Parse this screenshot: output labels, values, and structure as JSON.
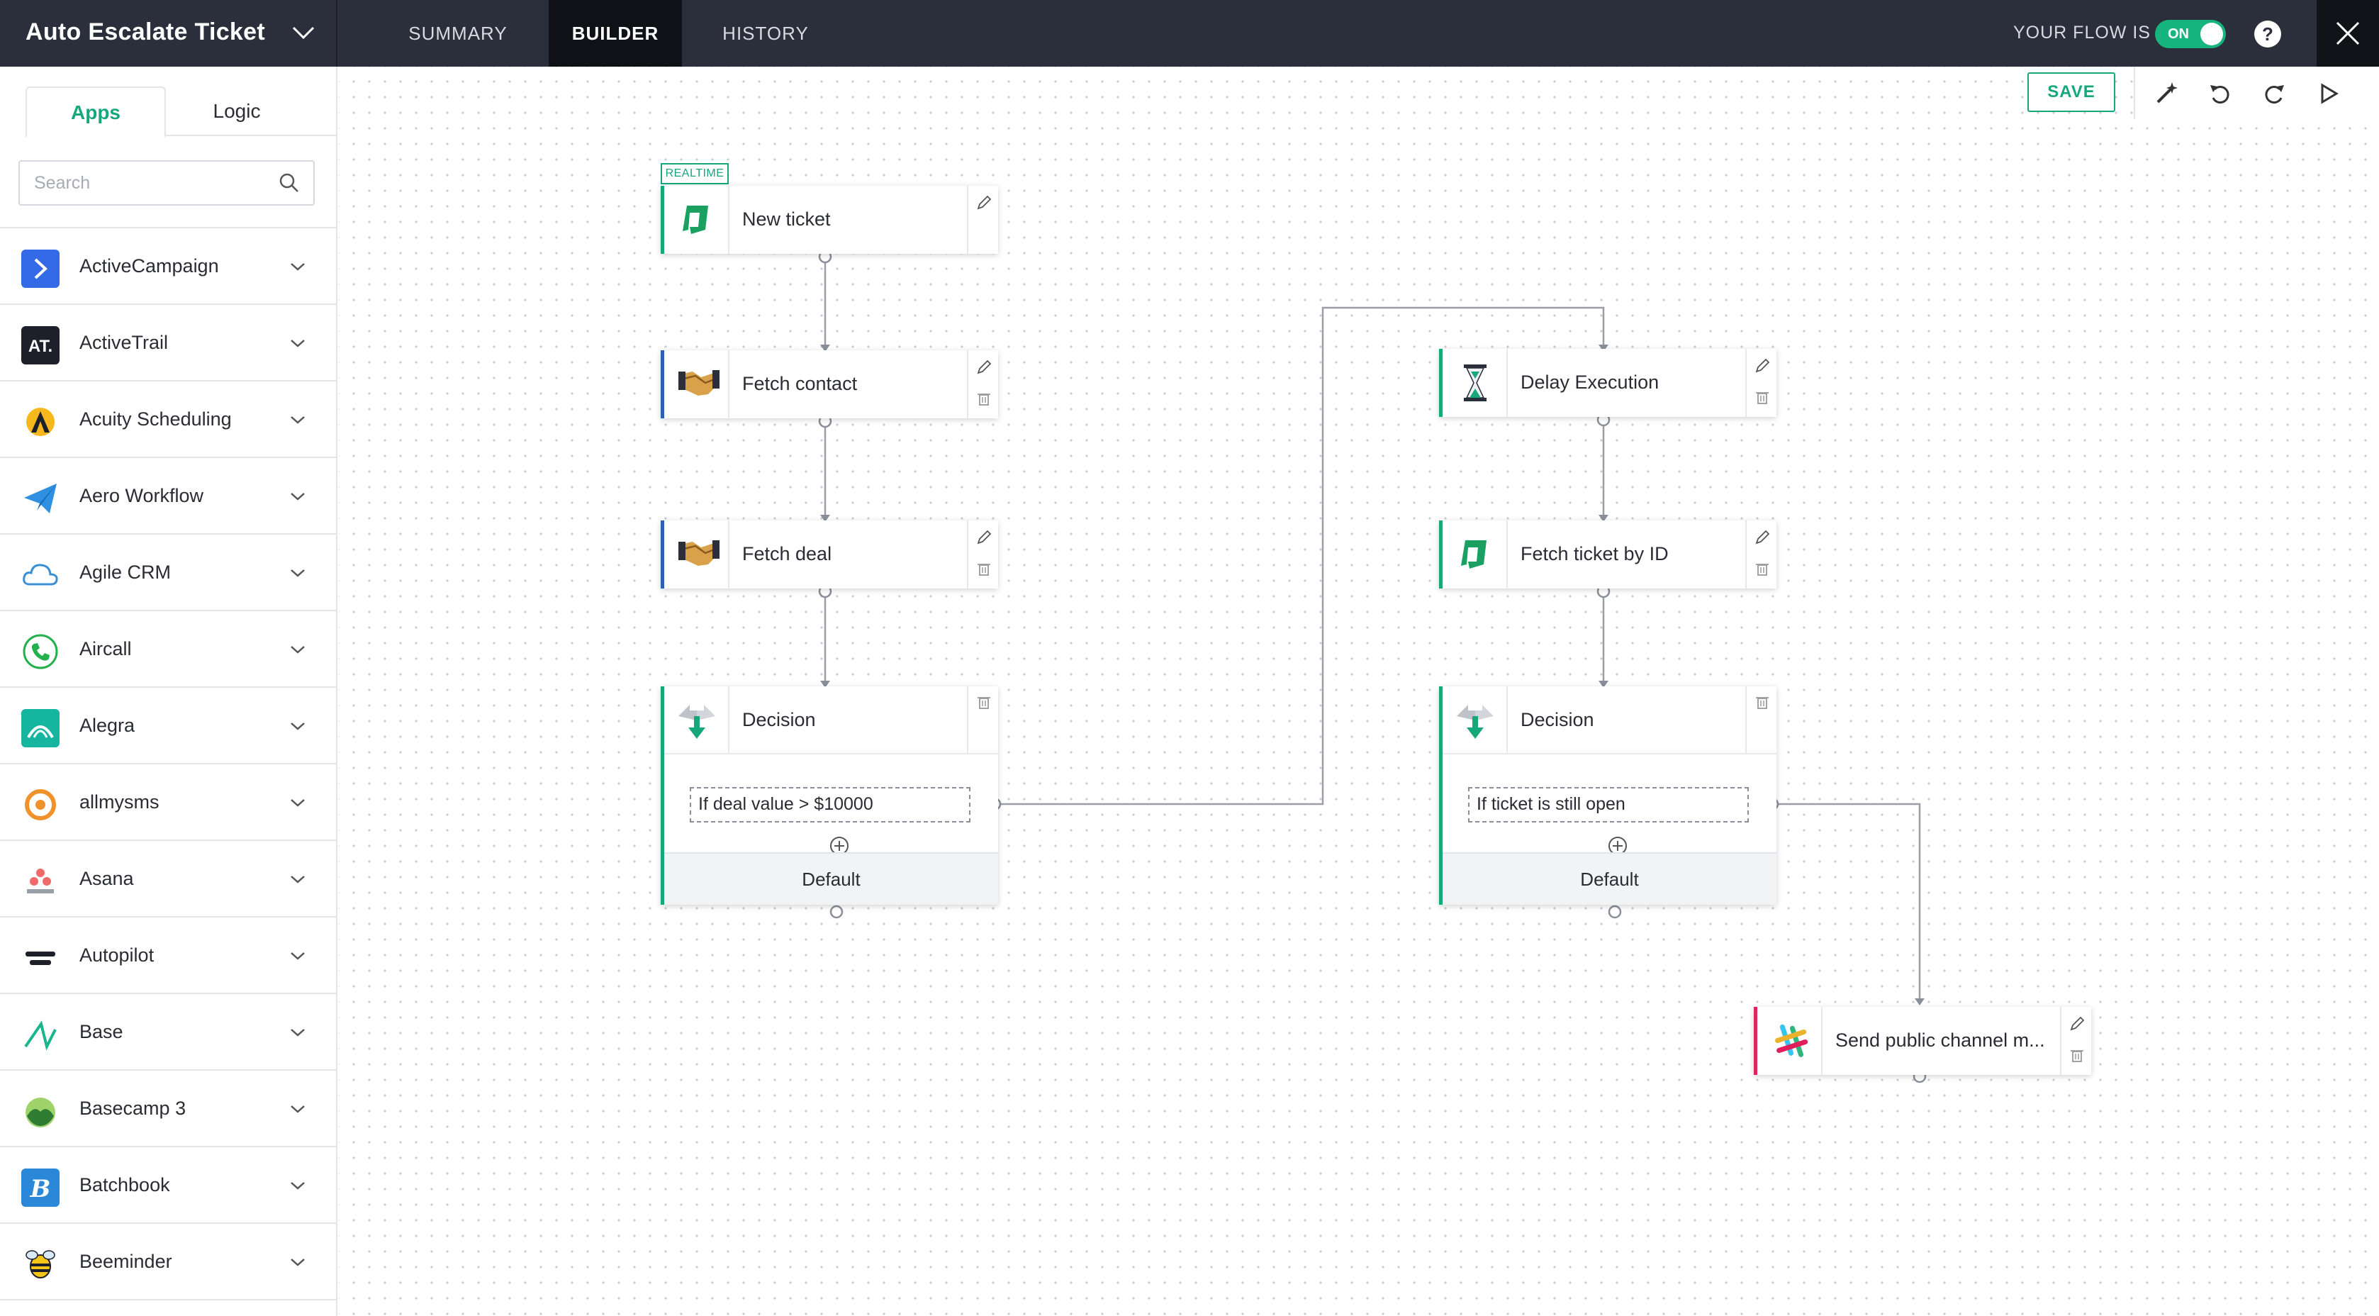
{
  "header": {
    "flow_title": "Auto Escalate Ticket",
    "tabs": [
      {
        "label": "SUMMARY"
      },
      {
        "label": "BUILDER"
      },
      {
        "label": "HISTORY"
      }
    ],
    "flow_status_label": "YOUR FLOW IS",
    "flow_status_toggle": "ON",
    "help_label": "?"
  },
  "sidebar": {
    "tabs": [
      {
        "label": "Apps"
      },
      {
        "label": "Logic"
      }
    ],
    "search": {
      "placeholder": "Search"
    },
    "apps": [
      {
        "name": "ActiveCampaign",
        "icon": "activecampaign-logo-icon"
      },
      {
        "name": "ActiveTrail",
        "icon": "activetrail-logo-icon"
      },
      {
        "name": "Acuity Scheduling",
        "icon": "acuity-logo-icon"
      },
      {
        "name": "Aero Workflow",
        "icon": "paper-plane-icon"
      },
      {
        "name": "Agile CRM",
        "icon": "cloud-icon"
      },
      {
        "name": "Aircall",
        "icon": "phone-icon"
      },
      {
        "name": "Alegra",
        "icon": "alegra-logo-icon"
      },
      {
        "name": "allmysms",
        "icon": "allmysms-logo-icon"
      },
      {
        "name": "Asana",
        "icon": "asana-logo-icon"
      },
      {
        "name": "Autopilot",
        "icon": "autopilot-logo-icon"
      },
      {
        "name": "Base",
        "icon": "base-logo-icon"
      },
      {
        "name": "Basecamp 3",
        "icon": "basecamp-logo-icon"
      },
      {
        "name": "Batchbook",
        "icon": "batchbook-logo-icon"
      },
      {
        "name": "Beeminder",
        "icon": "bee-icon"
      }
    ]
  },
  "toolbar": {
    "save_label": "SAVE",
    "tools": [
      "magic-wand-icon",
      "undo-icon",
      "redo-icon",
      "play-icon"
    ]
  },
  "canvas": {
    "realtime_badge": "REALTIME",
    "nodes": {
      "new_ticket": {
        "label": "New ticket",
        "icon": "freshdesk-logo-icon"
      },
      "fetch_contact": {
        "label": "Fetch contact",
        "icon": "handshake-icon"
      },
      "fetch_deal": {
        "label": "Fetch deal",
        "icon": "handshake-icon"
      },
      "decision_1": {
        "label": "Decision",
        "condition": "If deal value > $10000",
        "default": "Default",
        "icon": "decision-arrows-icon"
      },
      "delay_execution": {
        "label": "Delay Execution",
        "icon": "hourglass-icon"
      },
      "fetch_ticket": {
        "label": "Fetch ticket by ID",
        "icon": "freshdesk-logo-icon"
      },
      "decision_2": {
        "label": "Decision",
        "condition": "If ticket is still open",
        "default": "Default",
        "icon": "decision-arrows-icon"
      },
      "send_slack": {
        "label": "Send public channel m...",
        "icon": "slack-logo-icon"
      }
    }
  },
  "colors": {
    "accent_green": "#16a77a",
    "topbar": "#2b2f3b",
    "blue_node": "#2f5fb3",
    "slack_pink": "#e0245e"
  }
}
